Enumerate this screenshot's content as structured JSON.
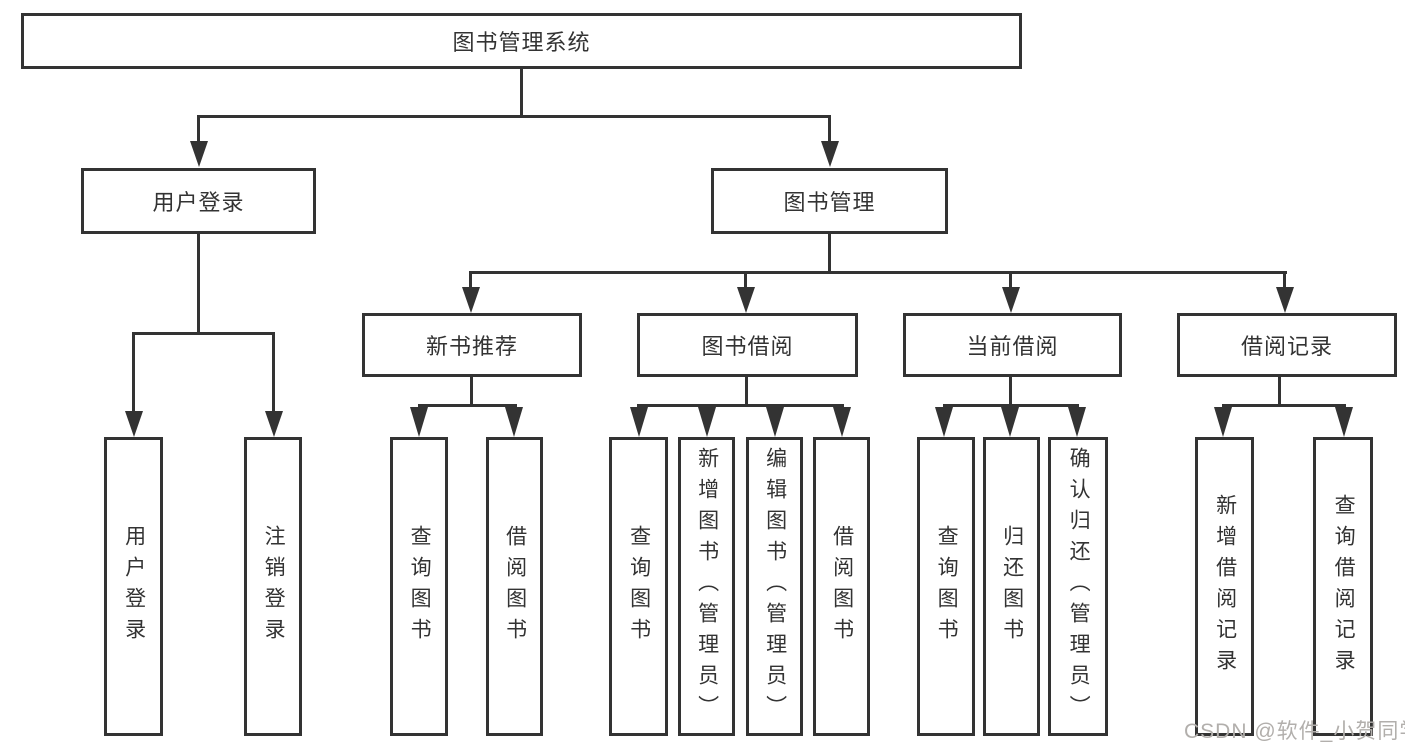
{
  "diagram": {
    "title": "图书管理系统",
    "level2": [
      "用户登录",
      "图书管理"
    ],
    "level3": [
      "新书推荐",
      "图书借阅",
      "当前借阅",
      "借阅记录"
    ],
    "leaves": [
      "用户登录",
      "注销登录",
      "查询图书",
      "借阅图书",
      "查询图书",
      "新增图书（管理员）",
      "编辑图书（管理员）",
      "借阅图书",
      "查询图书",
      "归还图书",
      "确认归还（管理员）",
      "新增借阅记录",
      "查询借阅记录"
    ]
  },
  "watermark": "CSDN @软件_小贺同学",
  "colors": {
    "line": "#333333",
    "text": "#333333",
    "watermark": "#b2afac",
    "background": "#ffffff"
  }
}
